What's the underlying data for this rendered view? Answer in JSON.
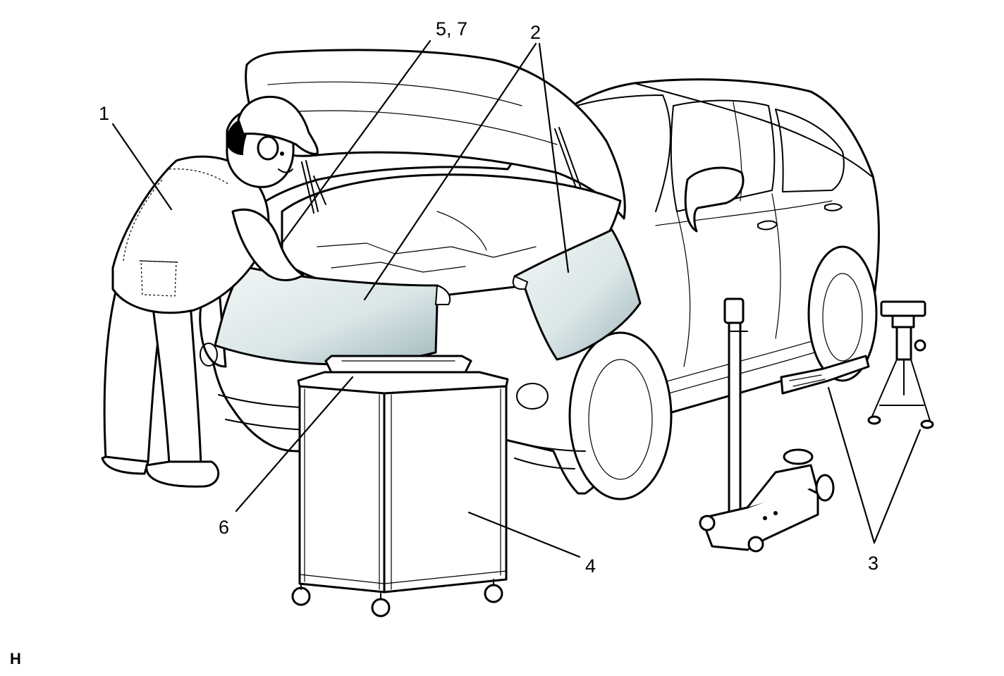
{
  "figure": {
    "code": "H",
    "colors": {
      "line": "#000000",
      "background": "#ffffff",
      "cover_gradient_light": "#f2f6f6",
      "cover_gradient_dark": "#9fb7bb"
    },
    "callouts": [
      {
        "id": "worker",
        "label": "1"
      },
      {
        "id": "fender-covers",
        "label": "2"
      },
      {
        "id": "stands-and-blocks",
        "label": "3"
      },
      {
        "id": "cart",
        "label": "4"
      },
      {
        "id": "tools-tray",
        "label": "5, 7"
      },
      {
        "id": "parts-tray",
        "label": "6"
      }
    ]
  }
}
